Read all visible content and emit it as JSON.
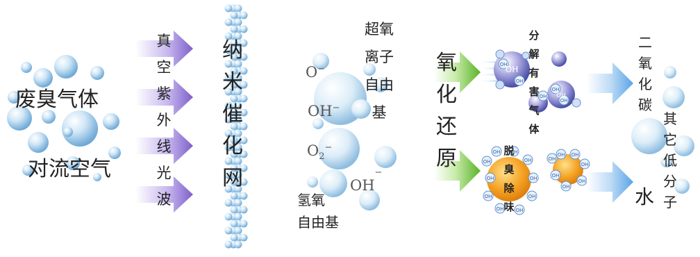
{
  "input": {
    "line1": "废臭气体",
    "line2": "对流空气"
  },
  "uv_label": [
    "真",
    "空",
    "紫",
    "外",
    "线",
    "光",
    "波"
  ],
  "net_label": [
    "纳",
    "米",
    "催",
    "化",
    "网"
  ],
  "radicals": {
    "superoxide": [
      "超氧",
      "离子",
      "自由",
      "基"
    ],
    "o_minus_base": "O",
    "o_minus_sup": "−",
    "oh_minus_base": "OH",
    "oh_minus_sup": "−",
    "o2_base": "O",
    "o2_sub": "2",
    "o2_sup": "−",
    "oh2_base": "OH",
    "oh2_sup": "−",
    "hydroxyl_line1": "氢氧",
    "hydroxyl_line2": "自由基"
  },
  "redox_label": [
    "氧",
    "化",
    "还",
    "原"
  ],
  "decompose_label": [
    "分",
    "解",
    "有",
    "害",
    "气",
    "体"
  ],
  "deodor_label": [
    "脱",
    "臭",
    "除",
    "味"
  ],
  "ball_label": "OH",
  "outputs": {
    "co2": [
      "二",
      "氧",
      "化",
      "碳"
    ],
    "water": "水",
    "others": [
      "其",
      "它",
      "低",
      "分",
      "子"
    ]
  },
  "colors": {
    "bubble_blue": "#7fb3d9",
    "arrow_purple": "#8a6fd0",
    "arrow_green": "#7cc24a",
    "arrow_blue": "#6fb0e8",
    "orange_core": "#f4a021"
  }
}
